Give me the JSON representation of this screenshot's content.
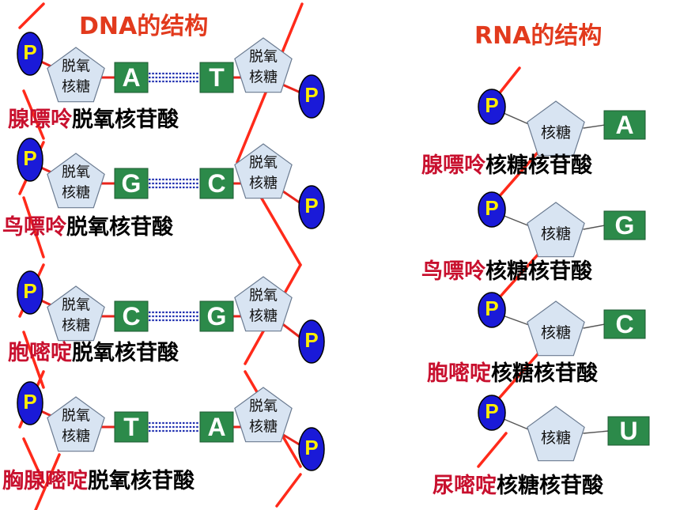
{
  "dna": {
    "title": "DNA的结构",
    "phosphate": "P",
    "sugar_line1": "脱氧",
    "sugar_line2": "核糖",
    "suffix": "脱氧核苷酸",
    "pairs": [
      {
        "left": "A",
        "right": "T",
        "name": "腺嘌呤"
      },
      {
        "left": "G",
        "right": "C",
        "name": "鸟嘌呤"
      },
      {
        "left": "C",
        "right": "G",
        "name": "胞嘧啶"
      },
      {
        "left": "T",
        "right": "A",
        "name": "胸腺嘧啶"
      }
    ]
  },
  "rna": {
    "title": "RNA的结构",
    "phosphate": "P",
    "sugar": "核糖",
    "suffix": "核糖核苷酸",
    "nucleotides": [
      {
        "base": "A",
        "name": "腺嘌呤"
      },
      {
        "base": "G",
        "name": "鸟嘌呤"
      },
      {
        "base": "C",
        "name": "胞嘧啶"
      },
      {
        "base": "U",
        "name": "尿嘧啶"
      }
    ]
  },
  "colors": {
    "title": "#e23a1d",
    "base_name": "#c8102e",
    "backbone": "#ff2a1a",
    "bond": "#e8251c",
    "phosphate_fill": "#1a1ad8",
    "phosphate_text": "#ffee00",
    "base_fill": "#2c8a4a",
    "sugar_fill": "#d8e4f2",
    "hydrogen_bond": "#2030b0"
  }
}
